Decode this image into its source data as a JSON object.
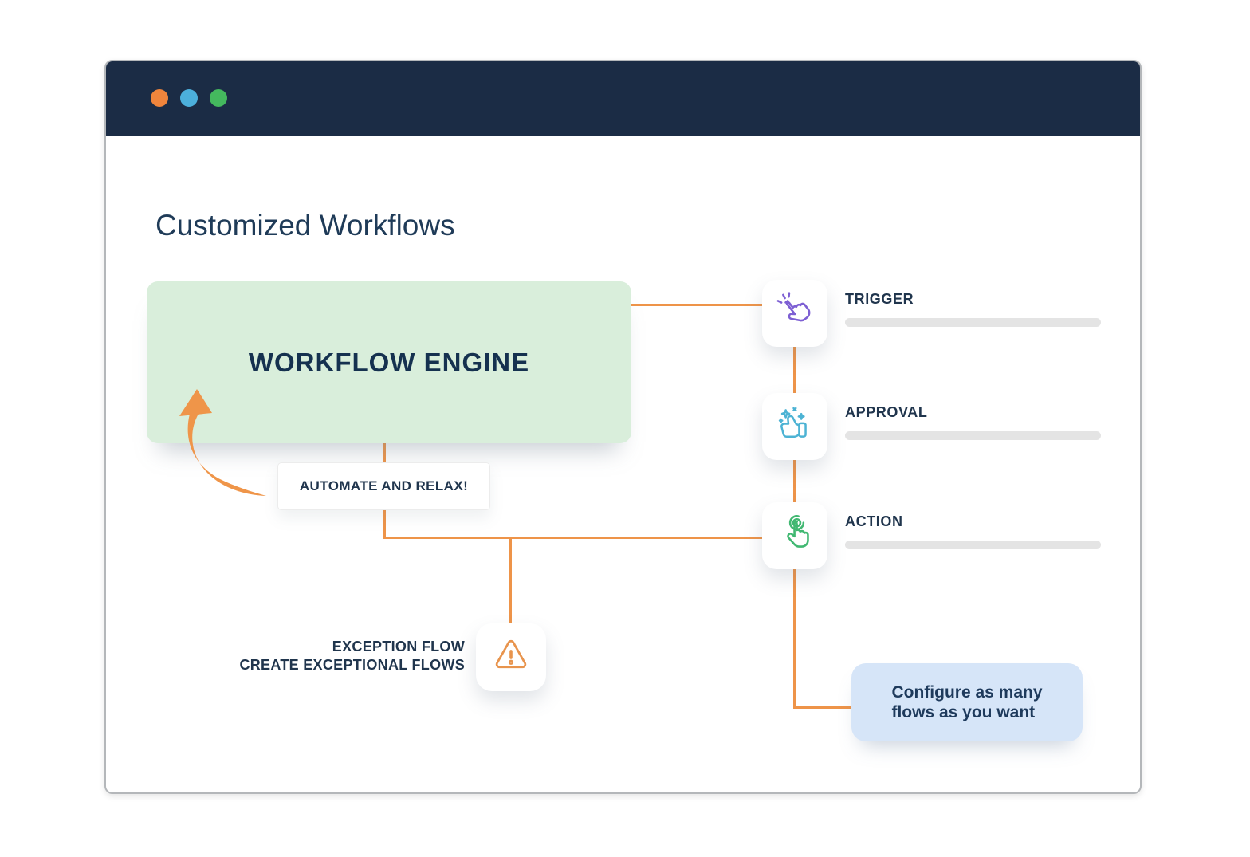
{
  "window": {
    "dots": [
      {
        "name": "orange-dot",
        "color": "#f0853c"
      },
      {
        "name": "blue-dot",
        "color": "#4cb0dc"
      },
      {
        "name": "green-dot",
        "color": "#44b95e"
      }
    ]
  },
  "header": {
    "title": "Customized Workflows"
  },
  "diagram": {
    "engine_label": "WORKFLOW ENGINE",
    "automate_label": "AUTOMATE AND RELAX!",
    "steps": [
      {
        "label": "TRIGGER",
        "icon": "click-hand-icon",
        "icon_color": "#7d5fd3"
      },
      {
        "label": "APPROVAL",
        "icon": "thumbs-up-sparkles-icon",
        "icon_color": "#4db3d4"
      },
      {
        "label": "ACTION",
        "icon": "tap-hand-icon",
        "icon_color": "#41b872"
      }
    ],
    "exception": {
      "line1": "EXCEPTION FLOW",
      "line2": "CREATE EXCEPTIONAL FLOWS",
      "icon": "warning-triangle-icon",
      "icon_color": "#e8944d"
    },
    "note": {
      "line1": "Configure as many",
      "line2": "flows as you want"
    }
  },
  "colors": {
    "titlebar_navy": "#1b2c45",
    "text_navy": "#20354d",
    "connector_orange": "#ee9449",
    "engine_bg": "#d9eedb",
    "note_bg": "#d6e5f8",
    "placeholder_bar_gray": "#e4e4e4"
  }
}
